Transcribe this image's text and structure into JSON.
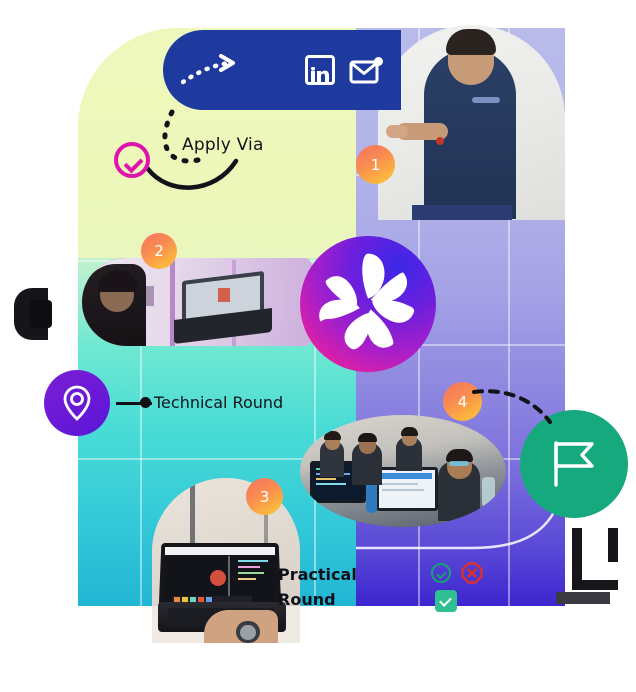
{
  "graphic": {
    "title": "Hiring Process Collage",
    "banner": {
      "name": "apply-channels-banner",
      "background": "#1e3a9e",
      "icons": [
        "arrow-icon",
        "linkedin-icon",
        "mail-icon"
      ]
    },
    "labels": {
      "apply_via": "Apply Via",
      "technical_round": "Technical Round",
      "practical_round": "Practical Round"
    },
    "steps": [
      {
        "number": "1",
        "name": "step-badge-1"
      },
      {
        "number": "2",
        "name": "step-badge-2"
      },
      {
        "number": "3",
        "name": "step-badge-3"
      },
      {
        "number": "4",
        "name": "step-badge-4"
      }
    ],
    "icons": {
      "check_circle": "check-circle-icon",
      "location_pin": "location-pin-icon",
      "flag": "flag-icon",
      "mini_check_circle": "check-circle-mini-icon",
      "mini_x_octagon": "x-octagon-mini-icon",
      "mini_check_square": "check-square-mini-icon",
      "logo": "pinwheel-logo-icon"
    },
    "colors": {
      "banner_blue": "#1e3a9e",
      "magenta": "#e013ac",
      "pin_purple": "#6b19d6",
      "flag_green": "#16a97d",
      "badge_orange": "#fbb040",
      "panel_left_top": "#ecf7b6",
      "panel_left_bottom": "#21b6d4",
      "panel_right_top": "#b9bbea",
      "panel_right_bottom": "#3c25cf"
    },
    "photos": [
      {
        "name": "photo-presenter",
        "caption": ""
      },
      {
        "name": "photo-interview-laptop",
        "caption": ""
      },
      {
        "name": "photo-coding-laptop",
        "caption": ""
      },
      {
        "name": "photo-team-workspace",
        "caption": ""
      }
    ]
  }
}
